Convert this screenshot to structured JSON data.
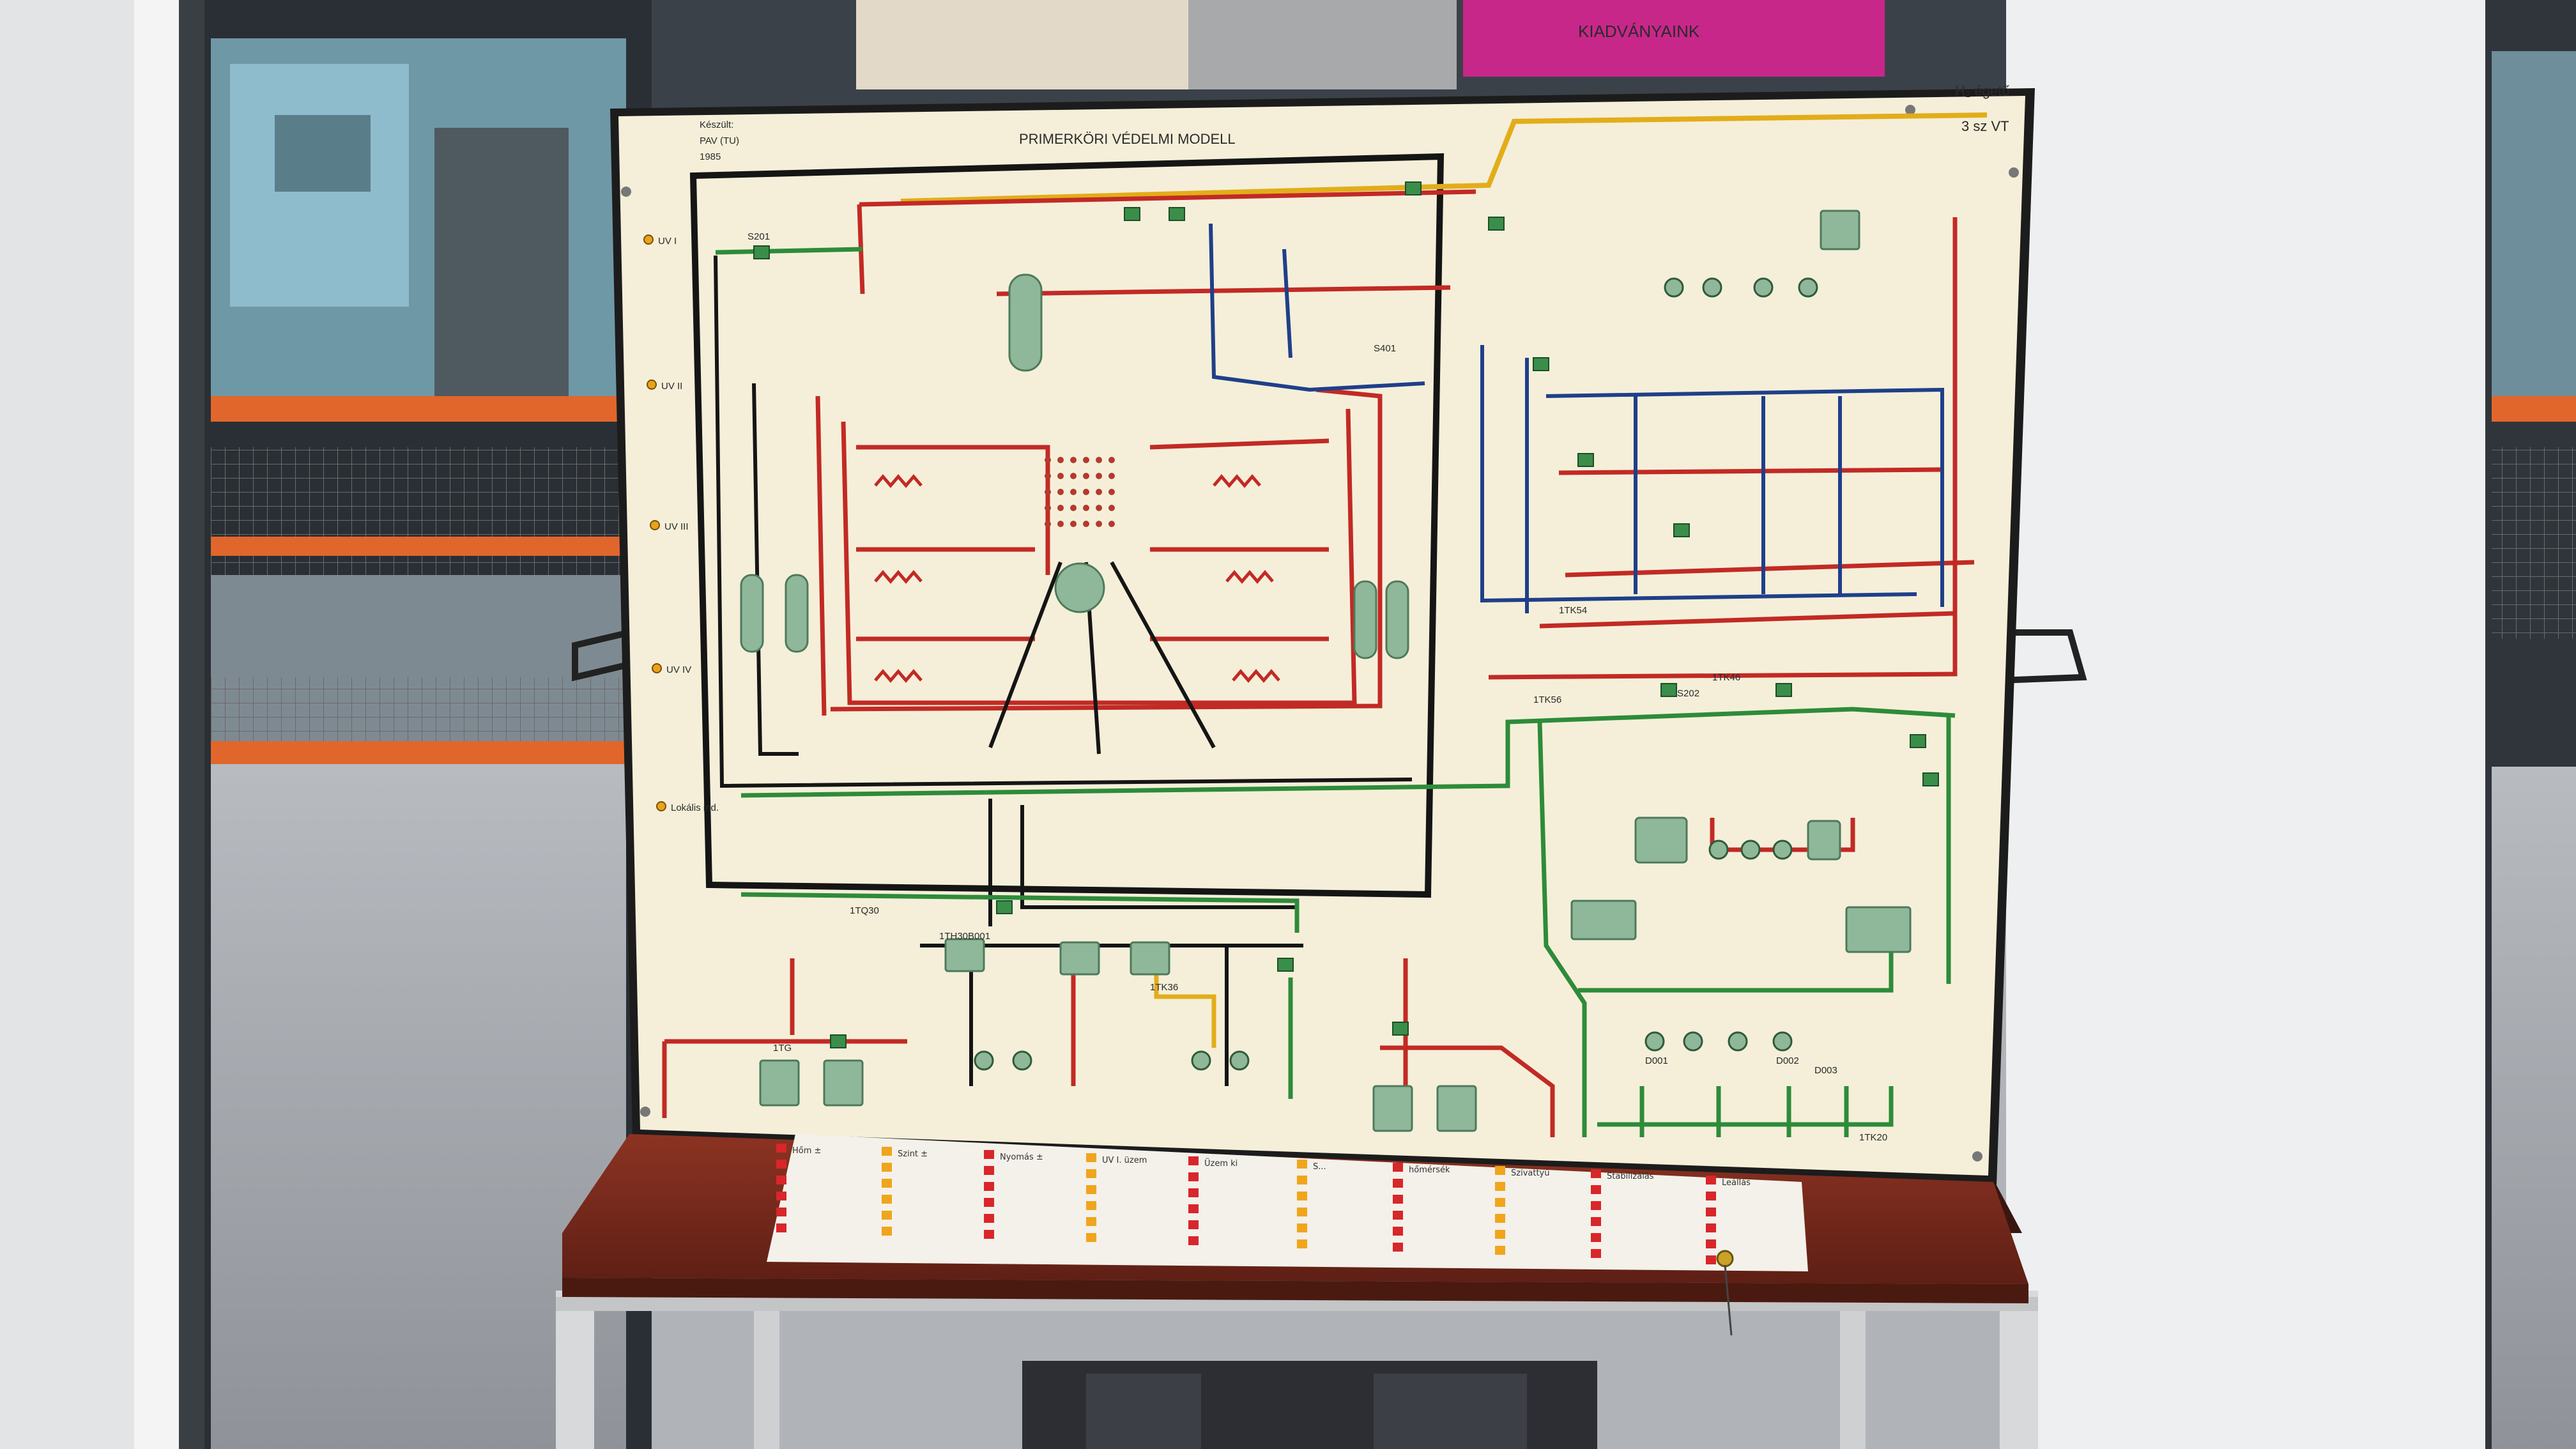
{
  "scene": {
    "title_plate": "PRIMERKÖRI VÉDELMI MODELL",
    "maker_lines": [
      "Készült:",
      "PAV  (TU)",
      "1985"
    ],
    "top_right_labels": [
      "H₂ égető",
      "3 sz VT"
    ],
    "left_edge_indicators": [
      "UV I",
      "UV II",
      "UV III",
      "UV IV",
      "Lokális ind."
    ],
    "panel_tags": [
      "S201",
      "S401",
      "1TK46",
      "1TK36",
      "1TK20",
      "1TQ30",
      "1TH30B001",
      "1TG",
      "D001",
      "D002",
      "D003",
      "S202",
      "1TK56",
      "1TK54"
    ],
    "signage_text": "KIADVÁNYAINK",
    "key_row_labels": [
      "Hőm ±",
      "Szint ±",
      "Nyomás ±",
      "UV I. üzem",
      "Üzem ki",
      "S...",
      "hőmérsék",
      "Szivattyú",
      "Stabilizálás",
      "Leállás"
    ]
  },
  "colors": {
    "wall": "#e8e9ea",
    "window_frame": "#d9dadb",
    "panel_face": "#f5efd9",
    "panel_frame": "#1c1c1c",
    "wire_red": "#c22a25",
    "wire_blue": "#1f3f8a",
    "wire_green": "#2e8b3a",
    "wire_black": "#151515",
    "wire_yellow": "#e2ad1a",
    "component_green": "#8fb89a",
    "console_wood": "#7a2a1e",
    "shelf_orange": "#e1662c",
    "sign_magenta": "#c8278a"
  }
}
